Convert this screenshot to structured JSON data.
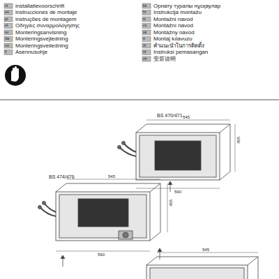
{
  "diagram": {
    "labels": [
      "nl",
      "installatievoorschrift",
      "es",
      "instrucciones de montaje",
      "pt",
      "instruções de montagem",
      "el",
      "Οδηγίες συναρμολόγησης",
      "sv",
      "Monteringsanvisning",
      "da",
      "Monteringsvejledning",
      "no",
      "Monteringsveiledning",
      "fi",
      "Asennusohje",
      "kk",
      "Орнату туралы нұсқаулар",
      "hr",
      "Instrukcija montažu",
      "sl",
      "Montažni navod",
      "cs",
      "Montážní návod",
      "sk",
      "Montážny návod",
      "tr",
      "Montaj kılavuzu",
      "th",
      "คำแนะนำในการติดตั้ง",
      "id",
      "Instruksi pemasangan",
      "zh",
      "安装说明",
      "BS 470/471",
      "545",
      "455",
      "590",
      "BS 474/476",
      "545",
      "455",
      "590",
      "545"
    ]
  }
}
